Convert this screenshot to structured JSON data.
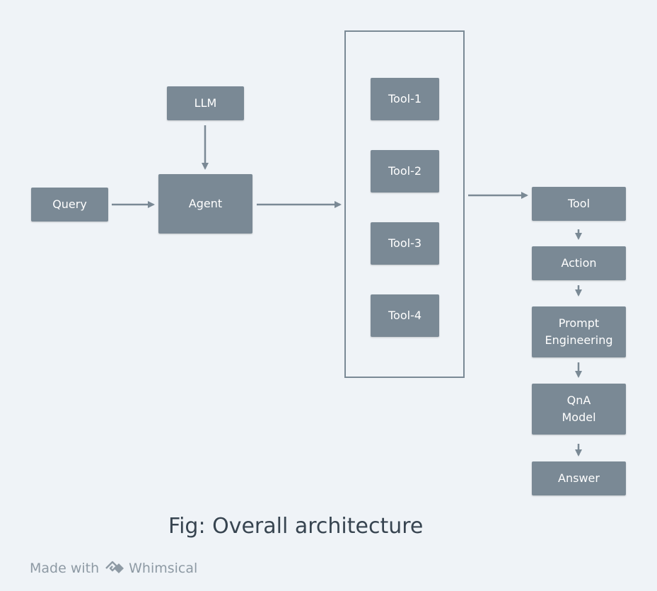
{
  "colors": {
    "background": "#eff3f7",
    "node_fill": "#7a8995",
    "node_text": "#ffffff",
    "caption_text": "#374450",
    "credit_text": "#8e9aa4"
  },
  "nodes": {
    "query": "Query",
    "llm": "LLM",
    "agent": "Agent",
    "tool_1": "Tool-1",
    "tool_2": "Tool-2",
    "tool_3": "Tool-3",
    "tool_4": "Tool-4",
    "tool": "Tool",
    "action": "Action",
    "prompt_engineering": "Prompt\nEngineering",
    "qna_model": "QnA\nModel",
    "answer": "Answer"
  },
  "edges": [
    [
      "Query",
      "Agent"
    ],
    [
      "LLM",
      "Agent"
    ],
    [
      "Agent",
      "Tools"
    ],
    [
      "Tools",
      "Tool"
    ],
    [
      "Tool",
      "Action"
    ],
    [
      "Action",
      "Prompt Engineering"
    ],
    [
      "Prompt Engineering",
      "QnA Model"
    ],
    [
      "QnA Model",
      "Answer"
    ]
  ],
  "caption": "Fig: Overall architecture",
  "credit": {
    "prefix": "Made with",
    "brand": "Whimsical",
    "logo_icon": "whimsical-logo-icon"
  }
}
